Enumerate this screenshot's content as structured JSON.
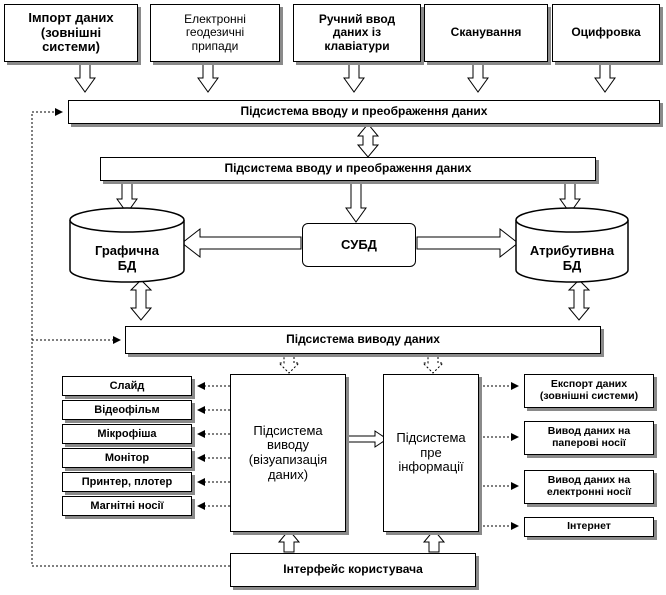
{
  "sources": [
    {
      "label": "Імпорт даних\n(зовнішні\nсистеми)"
    },
    {
      "label": "Електронні\nгеодезичні\nприпади"
    },
    {
      "label": "Ручний ввод\nданих із\nклавіатури"
    },
    {
      "label": "Сканування"
    },
    {
      "label": "Оцифровка"
    }
  ],
  "input_subsystem_1": "Підсистема вводу и преображення даних",
  "input_subsystem_2": "Підсистема вводу и преображення даних",
  "dbms": "СУБД",
  "graphic_db": "Графична\nБД",
  "attribute_db": "Атрибутивна\nБД",
  "output_subsystem": "Підсистема виводу даних",
  "visualization_subsystem": "Підсистема\nвиводу\n(візуапизація\nданих)",
  "info_subsystem": "Підсистема\nпре\nінформації",
  "output_devices": [
    {
      "label": "Слайд"
    },
    {
      "label": "Відеофільм"
    },
    {
      "label": "Мікрофіша"
    },
    {
      "label": "Монітор"
    },
    {
      "label": "Принтер,  плотер"
    },
    {
      "label": "Магнітні  носії"
    }
  ],
  "exports": [
    {
      "label": "Експорт даних\n(зовнішні системи)"
    },
    {
      "label": "Вивод даних на\nпаперові носії"
    },
    {
      "label": "Вивод даних на\nелектронні носії"
    },
    {
      "label": "Інтернет"
    }
  ],
  "user_interface": "Інтерфейс  користувача"
}
